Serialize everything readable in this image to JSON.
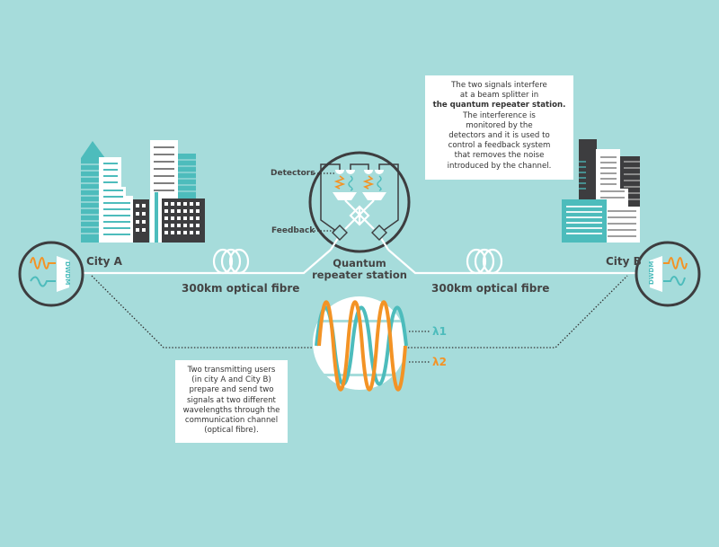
{
  "diagram": {
    "city_a": {
      "label": "City A",
      "device_label": "DWDM"
    },
    "city_b": {
      "label": "City B",
      "device_label": "DWDM"
    },
    "fibre_left": {
      "label": "300km optical fibre"
    },
    "fibre_right": {
      "label": "300km optical fibre"
    },
    "station": {
      "line1": "Quantum",
      "line2": "repeater station"
    },
    "detectors_label": "Detectors",
    "feedback_label": "Feedback",
    "lambda1": "λ1",
    "lambda2": "λ2",
    "top_note": {
      "line1": "The two signals interfere",
      "line2": "at a beam splitter in",
      "line3": "the quantum repeater station.",
      "line4": "The interference is",
      "line5": "monitored by the",
      "line6": "detectors and it is used to",
      "line7": "control a feedback system",
      "line8": "that removes the noise",
      "line9": "introduced by the channel."
    },
    "bottom_note": {
      "line1": "Two transmitting users",
      "line2": "(in city A and City B)",
      "line3": "prepare and send two",
      "line4": "signals at two different",
      "line5": "wavelengths through the",
      "line6": "communication channel",
      "line7": "(optical fibre)."
    },
    "colors": {
      "background": "#a6dcdb",
      "teal": "#4dbcbc",
      "orange": "#f39325",
      "dark": "#3d3d3f",
      "white": "#ffffff"
    }
  }
}
